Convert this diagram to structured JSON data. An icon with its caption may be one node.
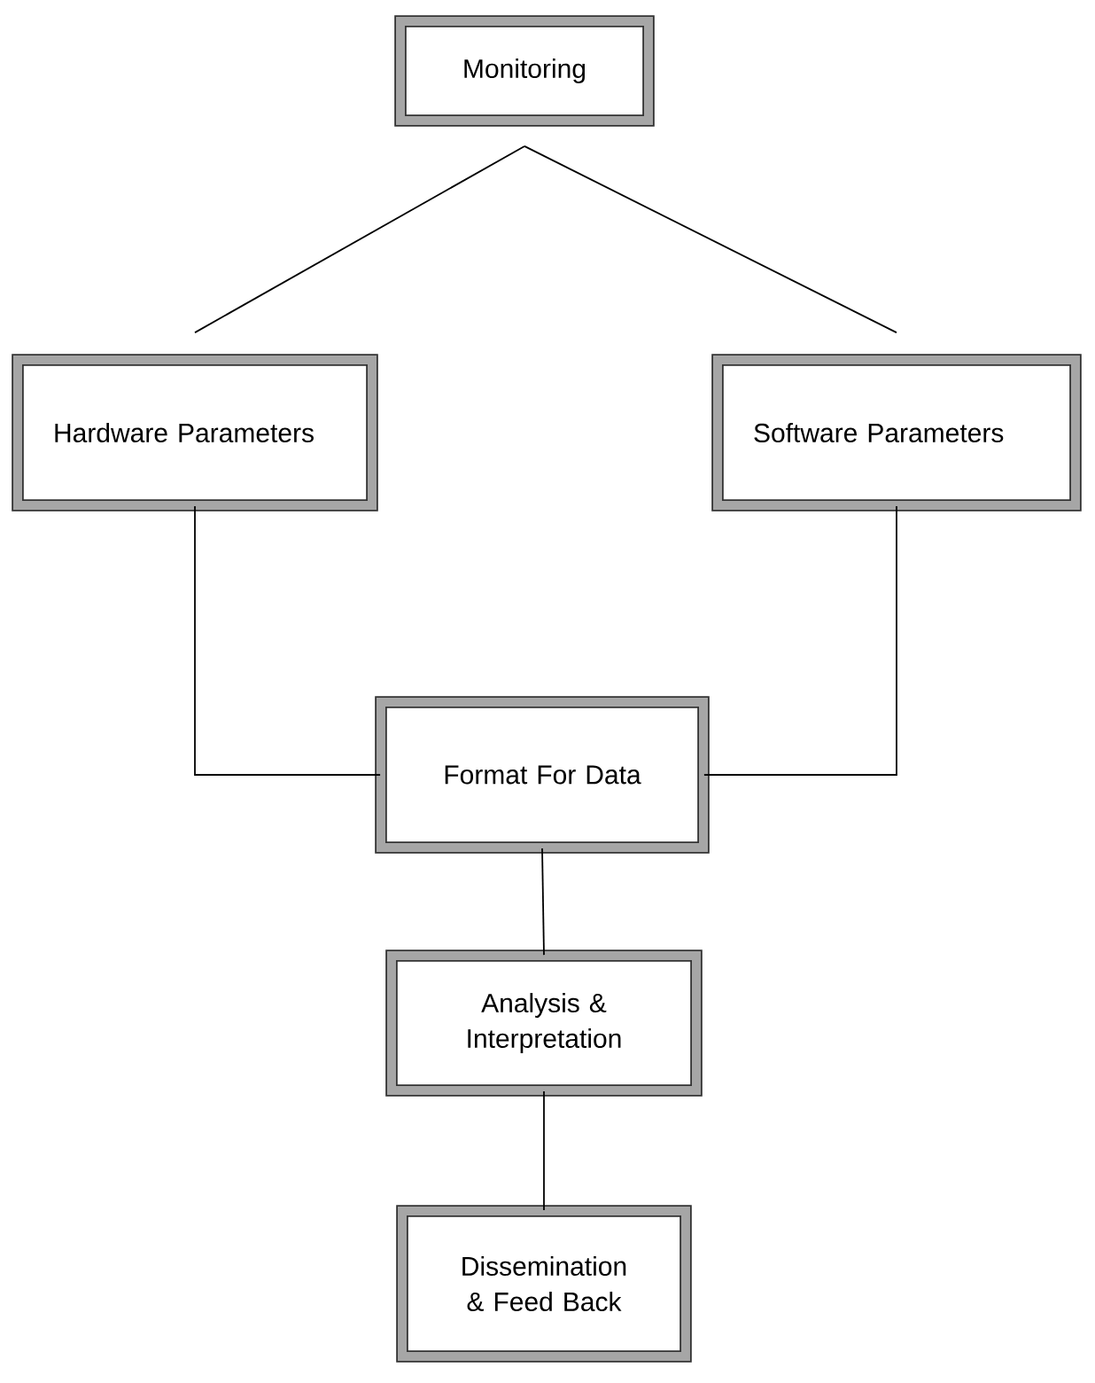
{
  "diagram": {
    "nodes": [
      {
        "text": [
          "Monitoring"
        ]
      },
      {
        "text": [
          "Hardware Parameters"
        ]
      },
      {
        "text": [
          "Software Parameters"
        ]
      },
      {
        "text": [
          "Format For Data"
        ]
      },
      {
        "text": [
          "Analysis & Interpretation"
        ]
      },
      {
        "text": [
          "Dissemination & Feed Back"
        ]
      }
    ],
    "edges": [
      {
        "from": 0,
        "to": 1,
        "arrow": "none"
      },
      {
        "from": 0,
        "to": 2,
        "arrow": "none"
      },
      {
        "from": 1,
        "to": 3,
        "arrow": "none"
      },
      {
        "from": 2,
        "to": 3,
        "arrow": "none"
      },
      {
        "from": 3,
        "to": 4,
        "arrow": "none"
      },
      {
        "from": 4,
        "to": 5,
        "arrow": "none"
      }
    ]
  }
}
